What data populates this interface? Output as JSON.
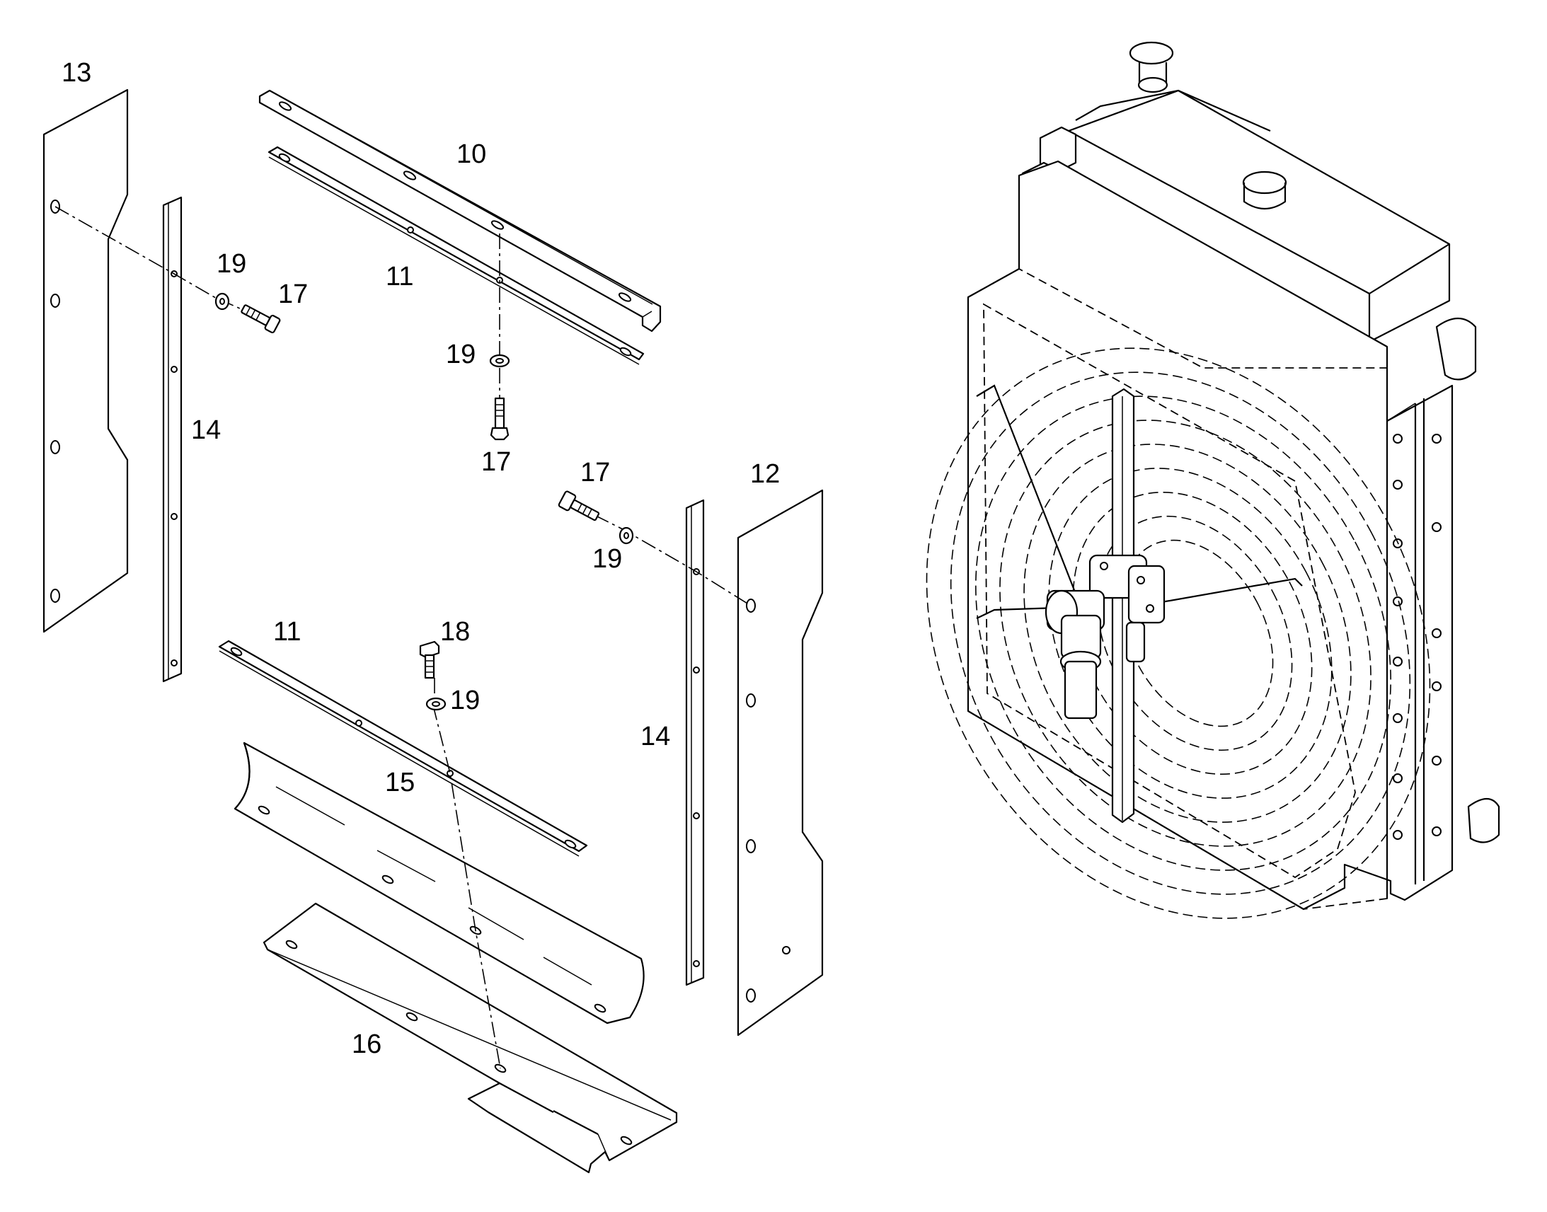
{
  "callouts": {
    "c10": "10",
    "c11a": "11",
    "c11b": "11",
    "c12": "12",
    "c13": "13",
    "c14a": "14",
    "c14b": "14",
    "c15": "15",
    "c16": "16",
    "c17a": "17",
    "c17b": "17",
    "c17c": "17",
    "c18": "18",
    "c19a": "19",
    "c19b": "19",
    "c19c": "19",
    "c19d": "19"
  }
}
